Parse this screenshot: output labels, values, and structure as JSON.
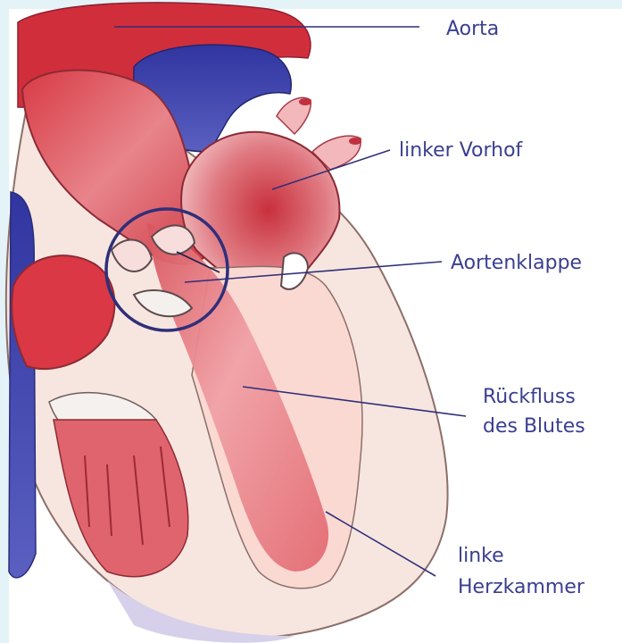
{
  "labels": {
    "aorta": "Aorta",
    "left_atrium": "linker Vorhof",
    "aortic_valve": "Aortenklappe",
    "regurgitation_line1": "Rückfluss",
    "regurgitation_line2": "des Blutes",
    "left_ventricle_line1": "linke",
    "left_ventricle_line2": "Herzkammer"
  },
  "colors": {
    "background": "#e4f3f7",
    "panel": "#ffffff",
    "label_text": "#3a3f8f",
    "leader_line": "#2f2f7a",
    "valve_circle": "#2f2f7a",
    "artery_red": "#cf2f3c",
    "vein_blue": "#3b3fa8",
    "muscle_pink": "#f3c9c2",
    "blood_flow": "#e2626a"
  }
}
